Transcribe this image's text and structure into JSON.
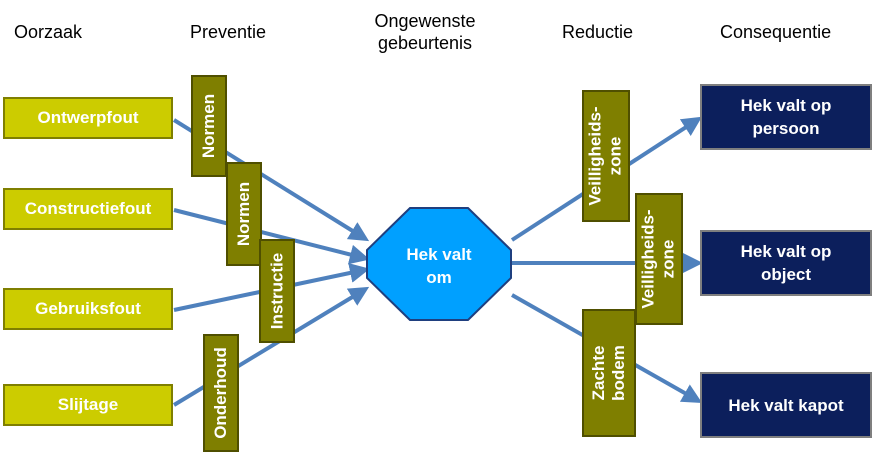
{
  "headers": {
    "cause": "Oorzaak",
    "prevention": "Preventie",
    "event": "Ongewenste\ngebeurtenis",
    "reduction": "Reductie",
    "consequence": "Consequentie"
  },
  "causes": [
    "Ontwerpfout",
    "Constructiefout",
    "Gebruiksfout",
    "Slijtage"
  ],
  "prevention_barriers": [
    "Normen",
    "Normen",
    "Instructie",
    "Onderhoud"
  ],
  "event": "Hek valt\nom",
  "reduction_barriers": [
    "Veilligheids-\nzone",
    "Veilligheids-\nzone",
    "Zachte\nbodem"
  ],
  "consequences": [
    "Hek valt op\npersoon",
    "Hek valt op\nobject",
    "Hek valt kapot"
  ],
  "colors": {
    "cause_fill": "#cccc00",
    "barrier_fill": "#7f7f00",
    "event_fill": "#00a0ff",
    "consequence_fill": "#0c1f5c",
    "arrow": "#4f81bd"
  }
}
